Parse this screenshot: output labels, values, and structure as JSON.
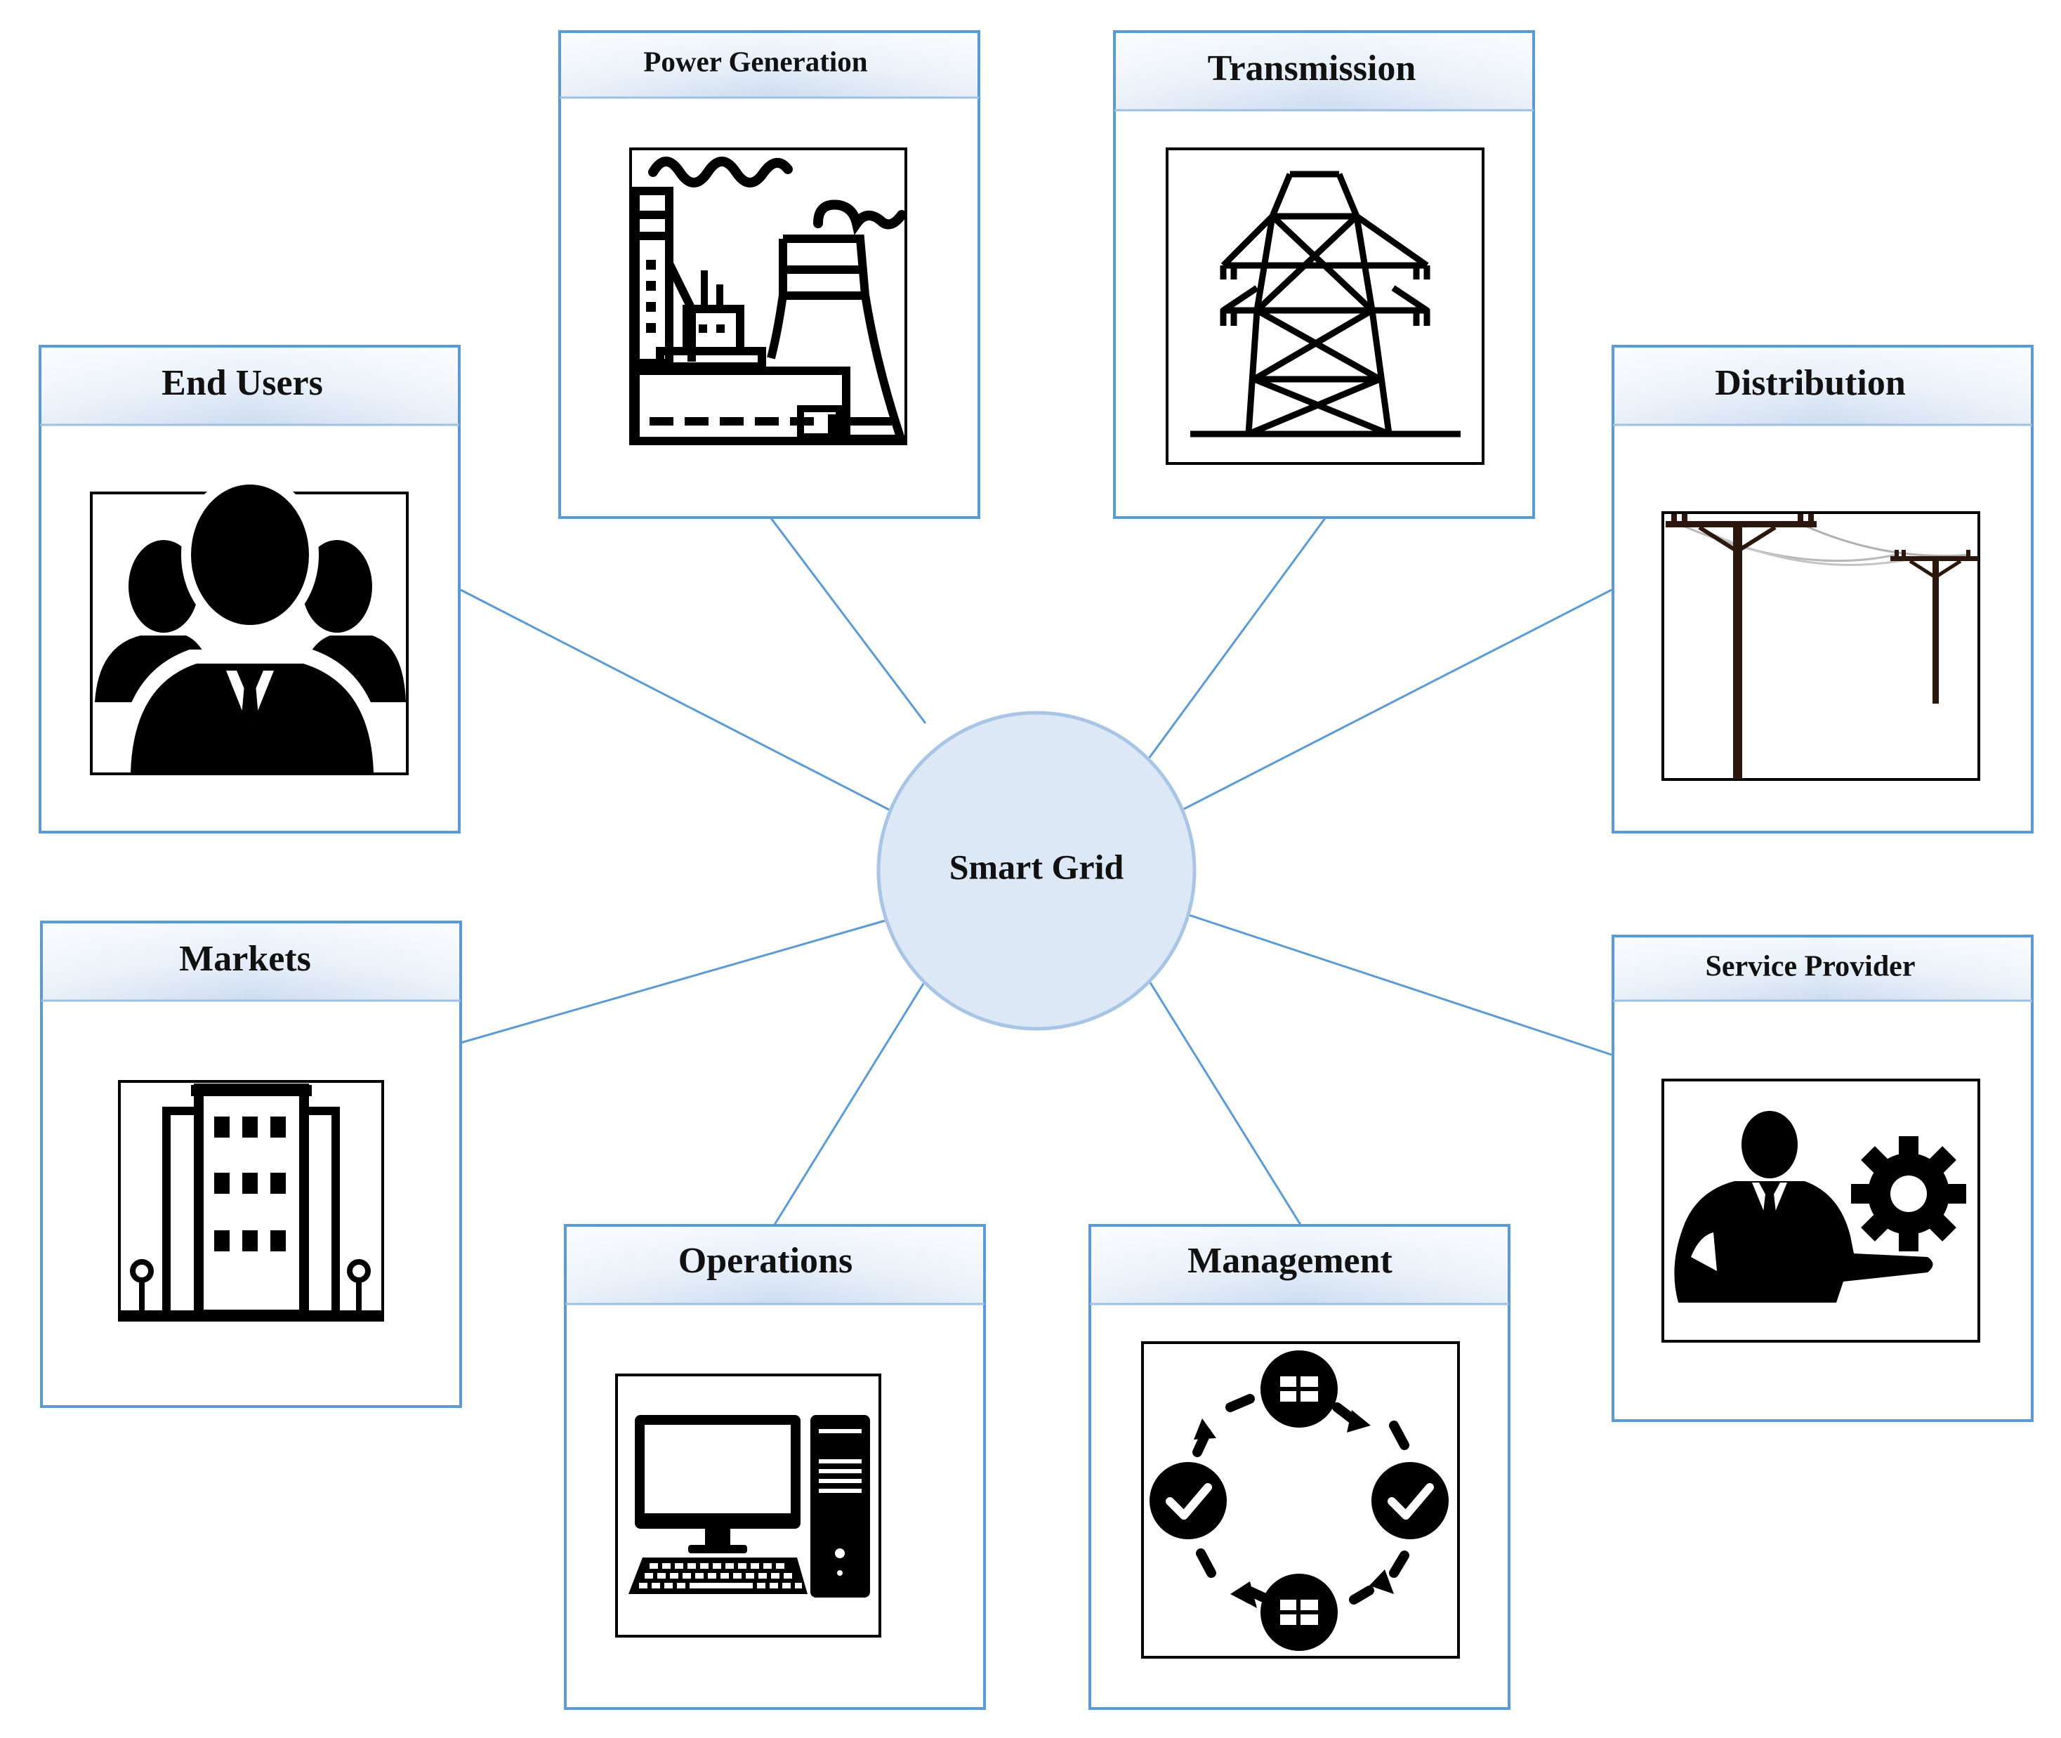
{
  "center": {
    "label": "Smart Grid"
  },
  "nodes": [
    {
      "id": "power-generation",
      "label": "Power Generation",
      "icon": "power-plant-icon"
    },
    {
      "id": "transmission",
      "label": "Transmission",
      "icon": "transmission-tower-icon"
    },
    {
      "id": "end-users",
      "label": "End Users",
      "icon": "users-group-icon"
    },
    {
      "id": "distribution",
      "label": "Distribution",
      "icon": "utility-poles-icon"
    },
    {
      "id": "markets",
      "label": "Markets",
      "icon": "office-building-icon"
    },
    {
      "id": "service-provider",
      "label": "Service Provider",
      "icon": "service-person-gear-icon"
    },
    {
      "id": "operations",
      "label": "Operations",
      "icon": "desktop-computer-icon"
    },
    {
      "id": "management",
      "label": "Management",
      "icon": "management-cycle-icon"
    }
  ],
  "colors": {
    "line": "#5b9bd5",
    "center_fill": "#dce8f6",
    "center_stroke": "#a9c5e5",
    "header_gradient_light": "#ffffff",
    "header_gradient_dark": "#c9dbf1"
  }
}
